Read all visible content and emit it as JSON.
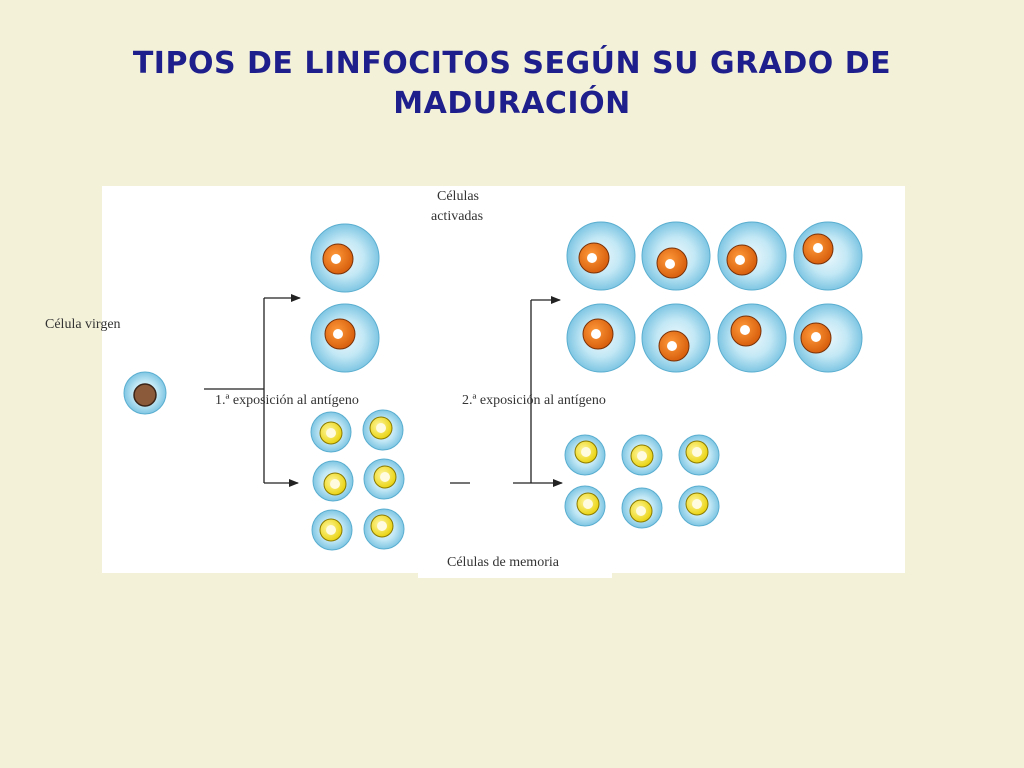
{
  "slide": {
    "title": "TIPOS DE LINFOCITOS SEGÚN SU GRADO DE MADURACIÓN"
  },
  "diagram": {
    "labels": {
      "activated_line1": "Células",
      "activated_line2": "activadas",
      "naive_cell": "Célula virgen",
      "first_exposure": "1.ª exposición al antígeno",
      "second_exposure": "2.ª exposición al antígeno",
      "memory_cells": "Células de memoria"
    }
  },
  "colors": {
    "title": "#1e1e8c",
    "cell_membrane": "#8ccfe8",
    "cell_nucleus_activated": "#e8701a",
    "cell_nucleus_memory": "#f2e21c",
    "cell_nucleus_naive": "#8a5a3a",
    "arrow": "#222222"
  }
}
